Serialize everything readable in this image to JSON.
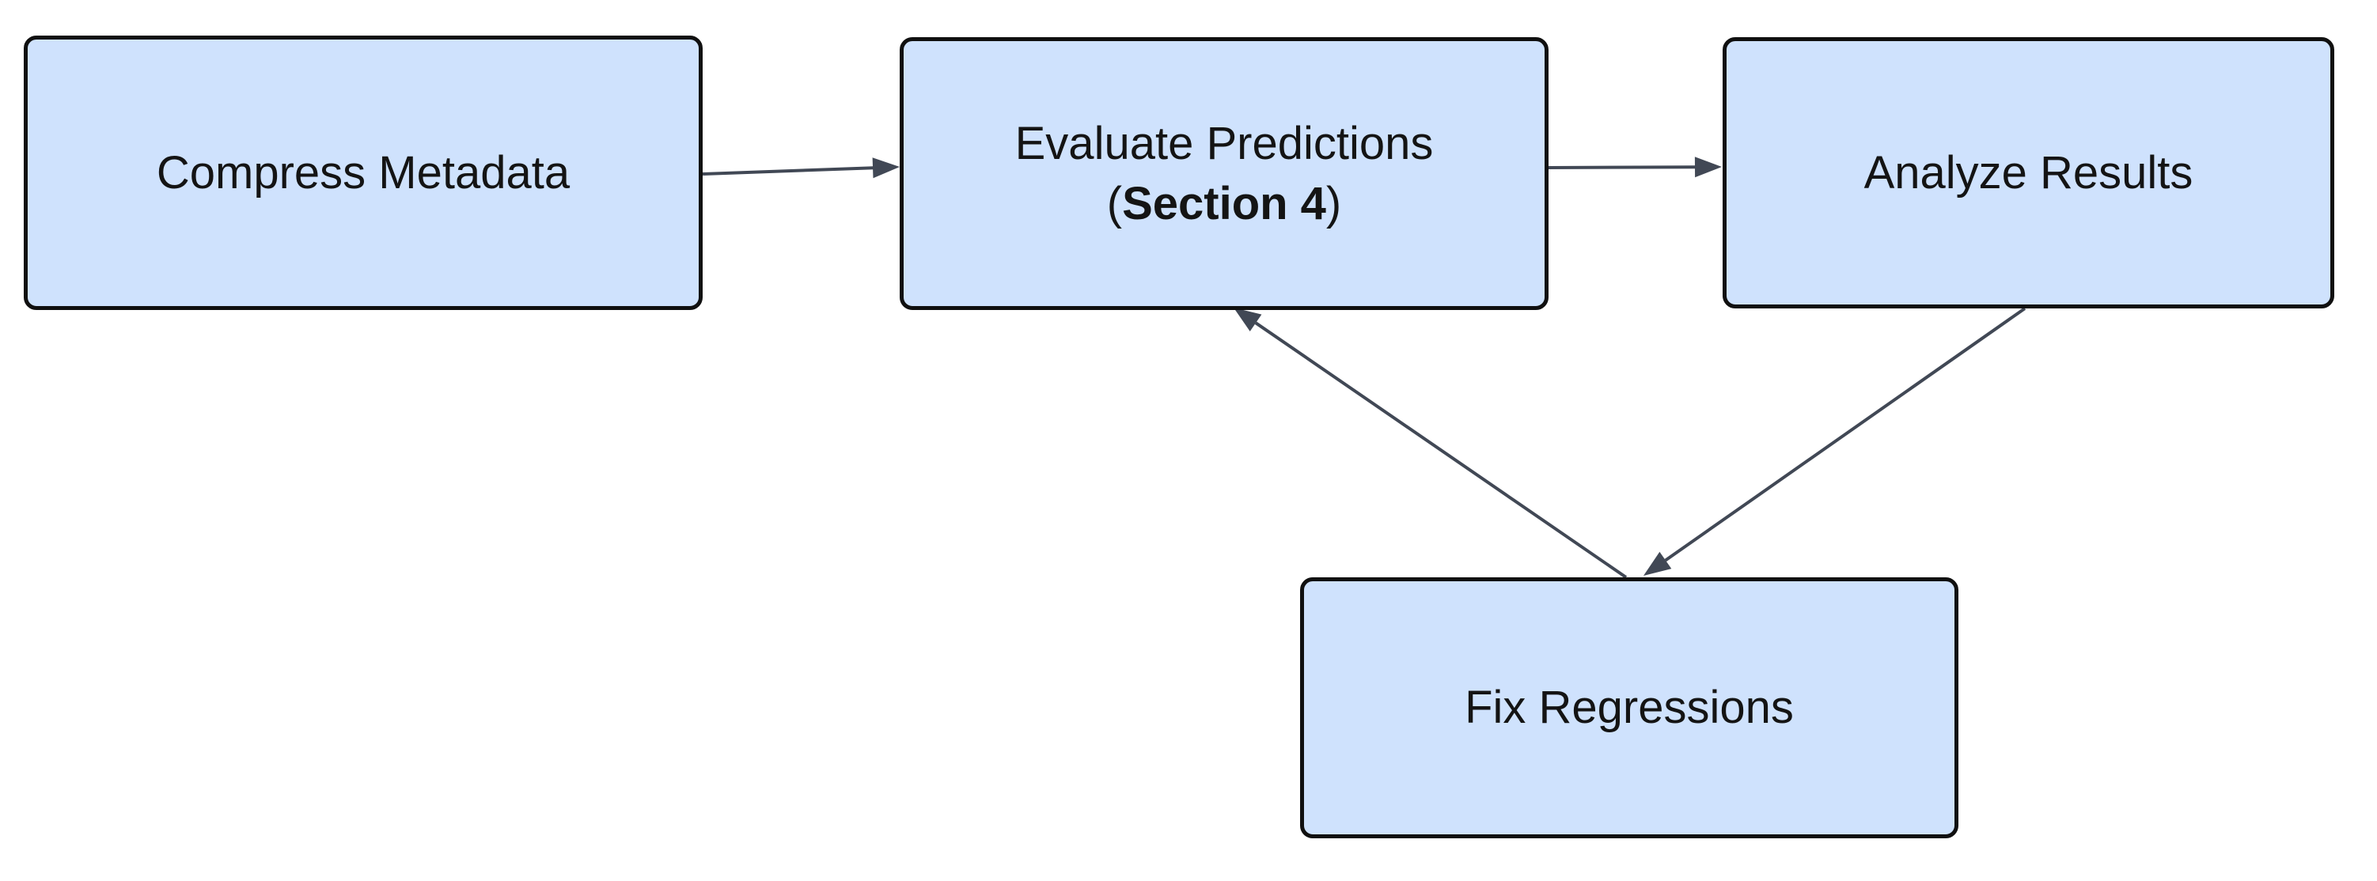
{
  "diagram": {
    "type": "flowchart",
    "colors": {
      "node_fill": "#cfe2fd",
      "node_border": "#101010",
      "arrow": "#414855",
      "text": "#141414",
      "background": "#ffffff"
    },
    "nodes": [
      {
        "id": "compress-metadata",
        "label": "Compress Metadata"
      },
      {
        "id": "evaluate-predictions",
        "line1": "Evaluate Predictions",
        "line2_prefix": "(",
        "line2_bold": "Section 4",
        "line2_suffix": ")"
      },
      {
        "id": "analyze-results",
        "label": "Analyze Results"
      },
      {
        "id": "fix-regressions",
        "label": "Fix Regressions"
      }
    ],
    "edges": [
      {
        "from": "compress-metadata",
        "to": "evaluate-predictions"
      },
      {
        "from": "evaluate-predictions",
        "to": "analyze-results"
      },
      {
        "from": "analyze-results",
        "to": "fix-regressions"
      },
      {
        "from": "fix-regressions",
        "to": "evaluate-predictions"
      }
    ]
  }
}
